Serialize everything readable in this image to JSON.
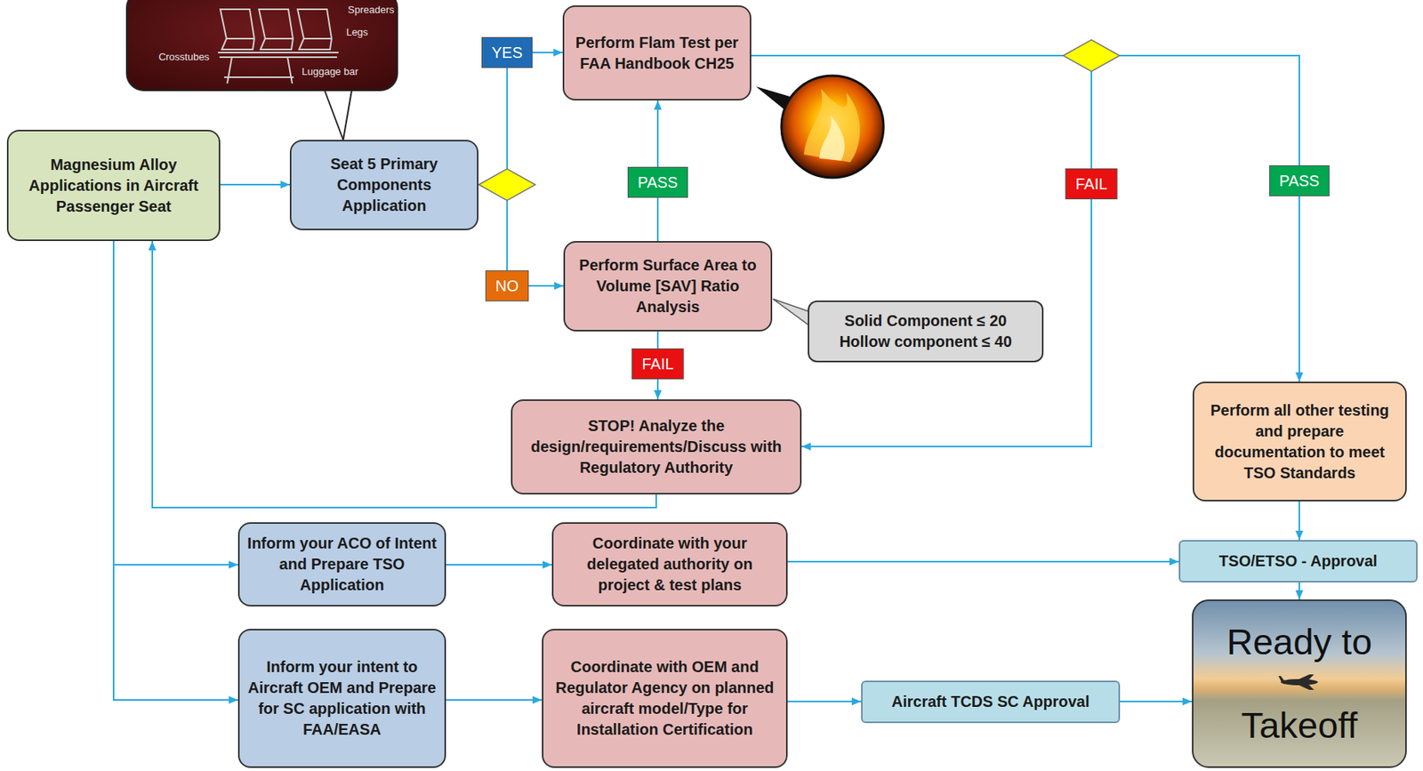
{
  "diagram": {
    "nodes": [
      {
        "text": [
          "Magnesium Alloy Applications in Aircraft Passenger Seat"
        ]
      },
      {
        "text": [
          "Seat 5 Primary Components Application"
        ]
      },
      {
        "text": [
          "Perform Flam Test per FAA Handbook CH25"
        ]
      },
      {
        "text": [
          "Perform Surface Area to Volume [SAV] Ratio Analysis"
        ]
      },
      {
        "text": [
          "Solid Component ≤ 20",
          "Hollow component ≤ 40"
        ]
      },
      {
        "text": [
          "STOP! Analyze the design/requirements/Discuss with Regulatory Authority"
        ]
      },
      {
        "text": [
          "Perform all other testing and prepare documentation to meet TSO Standards"
        ]
      },
      {
        "text": [
          "Inform your ACO of Intent and Prepare TSO Application"
        ]
      },
      {
        "text": [
          "Coordinate with your delegated authority on project & test plans"
        ]
      },
      {
        "text": [
          "TSO/ETSO - Approval"
        ]
      },
      {
        "text": [
          "Inform your intent to Aircraft OEM and Prepare for SC application with FAA/EASA"
        ]
      },
      {
        "text": [
          "Coordinate with OEM and Regulator Agency on planned aircraft model/Type for Installation Certification"
        ]
      },
      {
        "text": [
          "Aircraft TCDS SC Approval"
        ]
      },
      {
        "text": [
          "Ready to Takeoff"
        ]
      }
    ],
    "edges": [
      {
        "from": 0,
        "to": 1,
        "arrow": "to"
      },
      {
        "from": 1,
        "to": 2,
        "label": "YES",
        "arrow": "to"
      },
      {
        "from": 1,
        "to": 3,
        "label": "NO",
        "arrow": "to"
      },
      {
        "from": 3,
        "to": 2,
        "label": "PASS",
        "arrow": "to"
      },
      {
        "from": 3,
        "to": 5,
        "label": "FAIL",
        "arrow": "to"
      },
      {
        "from": 2,
        "to": 6,
        "label": "PASS",
        "arrow": "to"
      },
      {
        "from": 2,
        "to": 5,
        "label": "FAIL",
        "arrow": "to"
      },
      {
        "from": 5,
        "to": 0,
        "arrow": "to"
      },
      {
        "from": 0,
        "to": 7,
        "arrow": "to"
      },
      {
        "from": 0,
        "to": 10,
        "arrow": "to"
      },
      {
        "from": 7,
        "to": 8,
        "arrow": "to"
      },
      {
        "from": 8,
        "to": 9,
        "arrow": "to"
      },
      {
        "from": 6,
        "to": 9,
        "arrow": "to"
      },
      {
        "from": 9,
        "to": 13,
        "arrow": "to"
      },
      {
        "from": 10,
        "to": 11,
        "arrow": "to"
      },
      {
        "from": 11,
        "to": 12,
        "arrow": "to"
      },
      {
        "from": 12,
        "to": 13,
        "arrow": "to"
      }
    ],
    "labels": [
      "Spreaders",
      "Legs",
      "Crosstubes",
      "Luggage bar"
    ]
  }
}
